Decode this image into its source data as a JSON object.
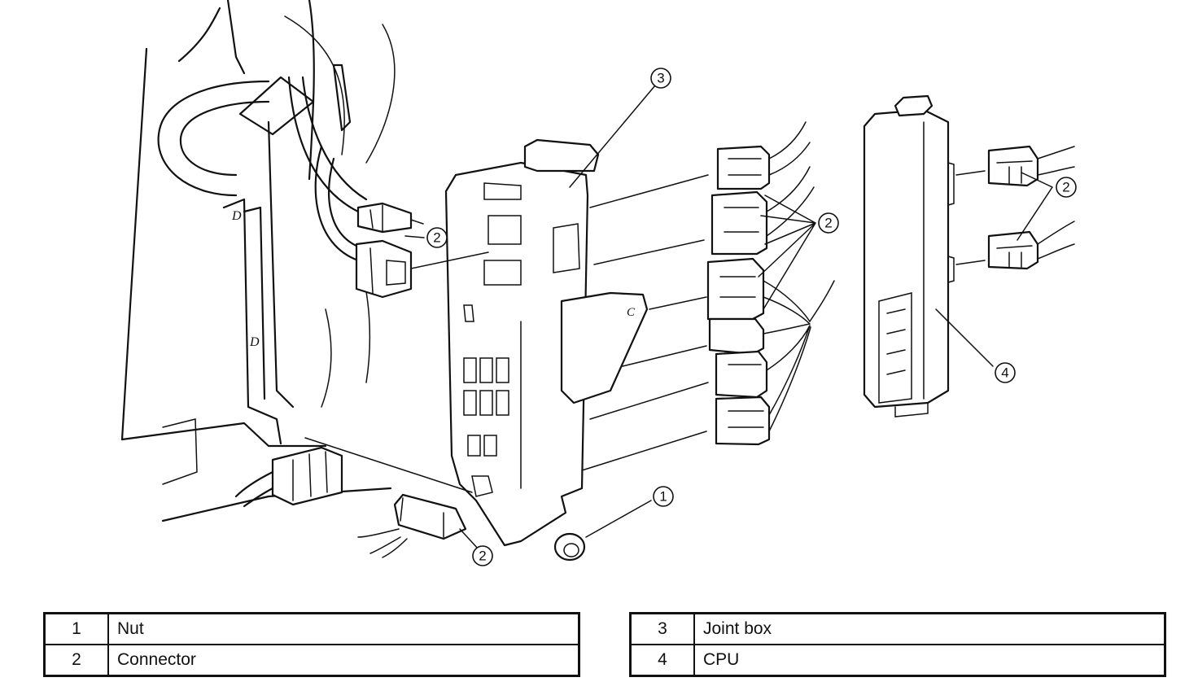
{
  "callouts": {
    "c1": "1",
    "c2a": "2",
    "c2b": "2",
    "c2c": "2",
    "c2d": "2",
    "c3": "3",
    "c4": "4"
  },
  "legend_left": [
    {
      "num": "1",
      "label": "Nut"
    },
    {
      "num": "2",
      "label": "Connector"
    }
  ],
  "legend_right": [
    {
      "num": "3",
      "label": "Joint box"
    },
    {
      "num": "4",
      "label": "CPU"
    }
  ]
}
